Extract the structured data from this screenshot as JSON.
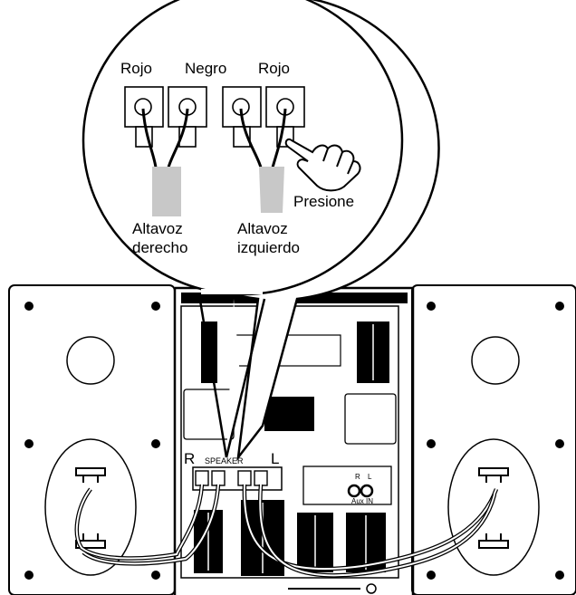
{
  "callout": {
    "labels": {
      "red_left": "Rojo",
      "black": "Negro",
      "red_right": "Rojo",
      "press": "Presione",
      "right_speaker_line1": "Altavoz",
      "right_speaker_line2": "derecho",
      "left_speaker_line1": "Altavoz",
      "left_speaker_line2": "izquierdo"
    }
  },
  "unit_panel": {
    "channel_r": "R",
    "speaker_label": "SPEAKER",
    "channel_l": "L",
    "aux_r": "R",
    "aux_l": "L",
    "aux_in": "Aux IN"
  },
  "colors": {
    "line": "#000000",
    "wire_sleeve": "#c8c8c8",
    "background": "#ffffff"
  }
}
